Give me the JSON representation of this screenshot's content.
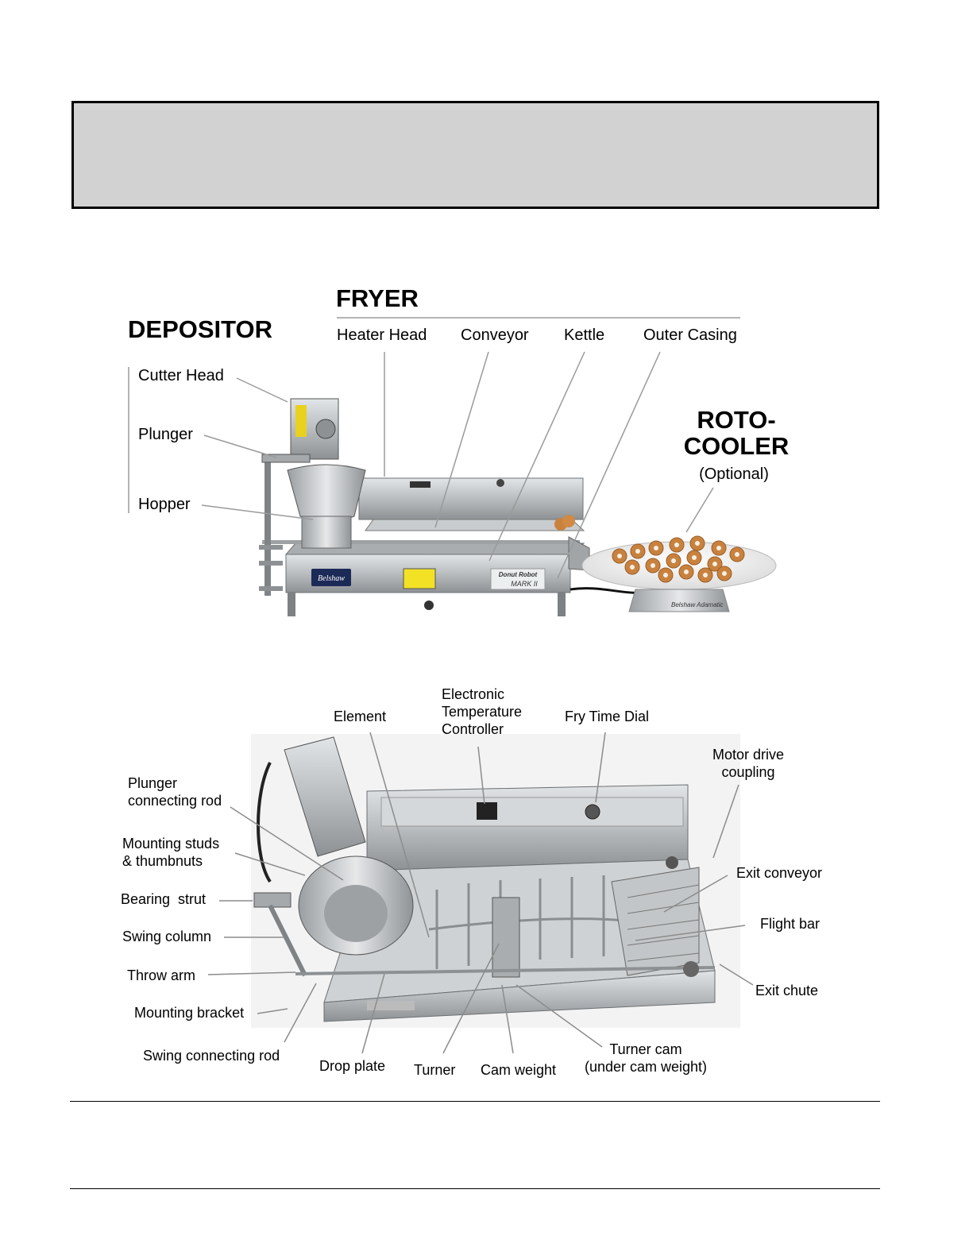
{
  "header_box": {},
  "diagram1": {
    "depositor": {
      "title": "DEPOSITOR",
      "parts": [
        "Cutter Head",
        "Plunger",
        "Hopper"
      ]
    },
    "fryer": {
      "title": "FRYER",
      "parts": [
        "Heater Head",
        "Conveyor",
        "Kettle",
        "Outer Casing"
      ]
    },
    "rotocooler": {
      "title_line1": "ROTO-",
      "title_line2": "COOLER",
      "note": "(Optional)"
    },
    "machine_branding": {
      "brand": "Belshaw",
      "model_line1": "Donut Robot",
      "model_line2": "MARK II",
      "cooler_brand": "Belshaw Adamatic"
    }
  },
  "diagram2": {
    "labels": {
      "element": "Element",
      "etc_1": "Electronic",
      "etc_2": "Temperature",
      "etc_3": "Controller",
      "fry_time_dial": "Fry Time Dial",
      "motor_1": "Motor drive",
      "motor_2": "coupling",
      "plunger_rod_1": "Plunger",
      "plunger_rod_2": "connecting rod",
      "mounting_studs_1": "Mounting studs",
      "mounting_studs_2": "& thumbnuts",
      "bearing_strut": "Bearing  strut",
      "swing_column": "Swing column",
      "throw_arm": "Throw arm",
      "mounting_bracket": "Mounting bracket",
      "swing_rod": "Swing connecting rod",
      "drop_plate": "Drop plate",
      "turner": "Turner",
      "cam_weight": "Cam weight",
      "turner_cam_1": "Turner cam",
      "turner_cam_2": "(under cam weight)",
      "exit_conveyor": "Exit conveyor",
      "flight_bar": "Flight bar",
      "exit_chute": "Exit chute"
    }
  },
  "colors": {
    "header_fill": "#d2d2d2",
    "steel": "#b9bdc0",
    "leader_line": "#8c8c8c",
    "donut": "#c9823e"
  }
}
